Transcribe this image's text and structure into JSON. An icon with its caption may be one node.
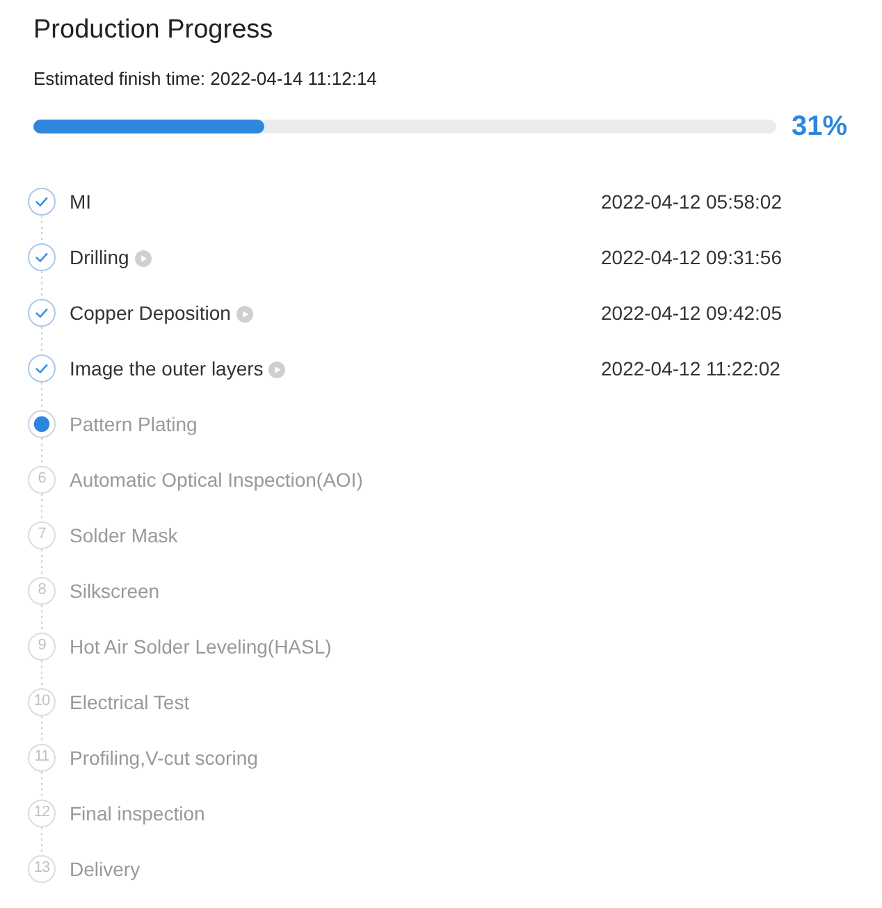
{
  "diagram": {
    "title": "Production Progress",
    "nodes": [
      {
        "text": [],
        "shape": "circle",
        "beside": [
          "MI"
        ]
      },
      {
        "text": [],
        "shape": "circle",
        "beside": [
          "Drilling"
        ]
      },
      {
        "text": [],
        "shape": "circle",
        "beside": [
          "Copper Deposition"
        ]
      },
      {
        "text": [],
        "shape": "circle",
        "beside": [
          "Image the outer layers"
        ]
      },
      {
        "text": [],
        "shape": "circle",
        "beside": [
          "Pattern Plating"
        ]
      },
      {
        "text": [
          "6"
        ],
        "beside": [
          "Automatic Optical Inspection(AOI)"
        ]
      },
      {
        "text": [
          "7"
        ],
        "beside": [
          "Solder Mask"
        ]
      },
      {
        "text": [
          "8"
        ],
        "beside": [
          "Silkscreen"
        ]
      },
      {
        "text": [
          "9"
        ],
        "beside": [
          "Hot Air Solder Leveling(HASL)"
        ]
      },
      {
        "text": [
          "10"
        ],
        "beside": [
          "Electrical Test"
        ]
      },
      {
        "text": [
          "11"
        ],
        "beside": [
          "Profiling,V-cut scoring"
        ]
      },
      {
        "text": [
          "12"
        ],
        "beside": [
          "Final inspection"
        ]
      },
      {
        "text": [
          "13"
        ],
        "beside": [
          "Delivery"
        ]
      }
    ],
    "edges": [
      {
        "from": 0,
        "to": 1,
        "arrow": "none",
        "style": "dashed"
      },
      {
        "from": 1,
        "to": 2,
        "arrow": "none",
        "style": "dashed"
      },
      {
        "from": 2,
        "to": 3,
        "arrow": "none",
        "style": "dashed"
      },
      {
        "from": 3,
        "to": 4,
        "arrow": "none",
        "style": "dashed"
      },
      {
        "from": 4,
        "to": 5,
        "arrow": "none",
        "style": "dashed"
      },
      {
        "from": 5,
        "to": 6,
        "arrow": "none",
        "style": "dashed"
      },
      {
        "from": 6,
        "to": 7,
        "arrow": "none",
        "style": "dashed"
      },
      {
        "from": 7,
        "to": 8,
        "arrow": "none",
        "style": "dashed"
      },
      {
        "from": 8,
        "to": 9,
        "arrow": "none",
        "style": "dashed"
      },
      {
        "from": 9,
        "to": 10,
        "arrow": "none",
        "style": "dashed"
      },
      {
        "from": 10,
        "to": 11,
        "arrow": "none",
        "style": "dashed"
      },
      {
        "from": 11,
        "to": 12,
        "arrow": "none",
        "style": "dashed"
      }
    ],
    "labels": [
      "Estimated finish time: 2022-04-14 11:12:14",
      "31%",
      "2022-04-12 05:58:02",
      "2022-04-12 09:31:56",
      "2022-04-12 09:42:05",
      "2022-04-12 11:22:02"
    ]
  }
}
